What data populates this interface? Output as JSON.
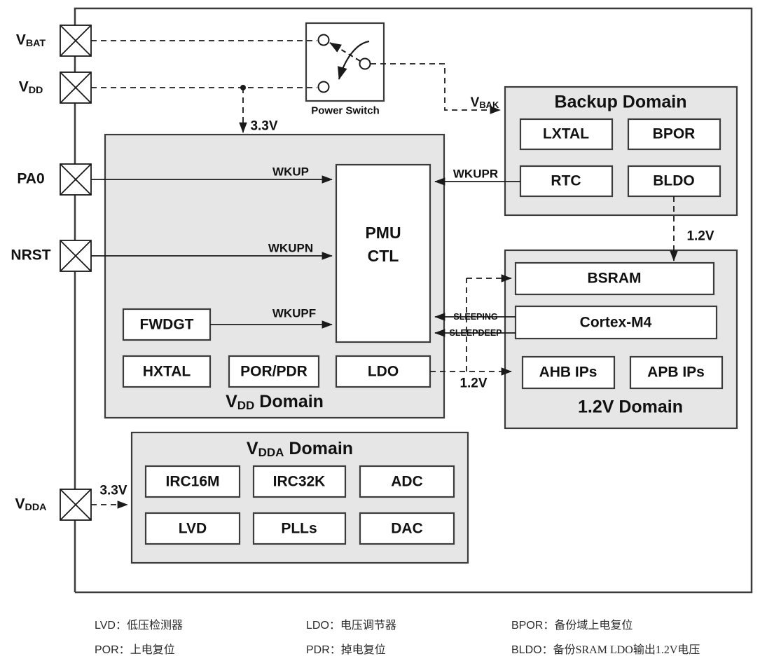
{
  "diagram": {
    "title": "Power Management Unit Block Diagram",
    "colors": {
      "domain_fill": "#e6e6e6",
      "block_fill": "#ffffff",
      "stroke": "#3c3c3c",
      "line": "#1a1a1a",
      "text": "#111111",
      "legend_text": "#2b2b2b"
    }
  },
  "pins": [
    {
      "name": "pin-vbat",
      "label_main": "V",
      "label_sub": "BAT"
    },
    {
      "name": "pin-vdd",
      "label_main": "V",
      "label_sub": "DD"
    },
    {
      "name": "pin-pa0",
      "label_main": "PA0",
      "label_sub": ""
    },
    {
      "name": "pin-nrst",
      "label_main": "NRST",
      "label_sub": ""
    },
    {
      "name": "pin-vdda",
      "label_main": "V",
      "label_sub": "DDA"
    }
  ],
  "power_switch": {
    "caption": "Power Switch"
  },
  "vdd_domain": {
    "title_main": "V",
    "title_sub": "DD",
    "title_tail": " Domain",
    "pmu": {
      "line1": "PMU",
      "line2": "CTL"
    },
    "blocks": [
      "FWDGT",
      "HXTAL",
      "POR/PDR",
      "LDO"
    ]
  },
  "backup_domain": {
    "title": "Backup Domain",
    "blocks": [
      "LXTAL",
      "BPOR",
      "RTC",
      "BLDO"
    ]
  },
  "core_domain": {
    "title": "1.2V Domain",
    "blocks": [
      "BSRAM",
      "Cortex-M4",
      "AHB IPs",
      "APB IPs"
    ]
  },
  "vdda_domain": {
    "title_main": "V",
    "title_sub": "DDA",
    "title_tail": " Domain",
    "blocks": [
      "IRC16M",
      "IRC32K",
      "ADC",
      "LVD",
      "PLLs",
      "DAC"
    ]
  },
  "signals": {
    "wkup": "WKUP",
    "wkupn": "WKUPN",
    "wkupf": "WKUPF",
    "wkupr": "WKUPR",
    "sleeping": "SLEEPING",
    "sleepdeep": "SLEEPDEEP",
    "vbak_main": "V",
    "vbak_sub": "BAK",
    "v33_top": "3.3V",
    "v33_vdda": "3.3V",
    "v12_bldo": "1.2V",
    "v12_ldo": "1.2V"
  },
  "legend": [
    {
      "abbr": "LVD",
      "sep": "：",
      "desc": "低压检测器"
    },
    {
      "abbr": "POR",
      "sep": "：",
      "desc": "上电复位"
    },
    {
      "abbr": "LDO",
      "sep": "：",
      "desc": "电压调节器"
    },
    {
      "abbr": "PDR",
      "sep": "：",
      "desc": "掉电复位"
    },
    {
      "abbr": "BPOR",
      "sep": "：",
      "desc": "备份域上电复位"
    },
    {
      "abbr": "BLDO",
      "sep": "：",
      "desc": "备份SRAM LDO输出1.2V电压"
    }
  ]
}
